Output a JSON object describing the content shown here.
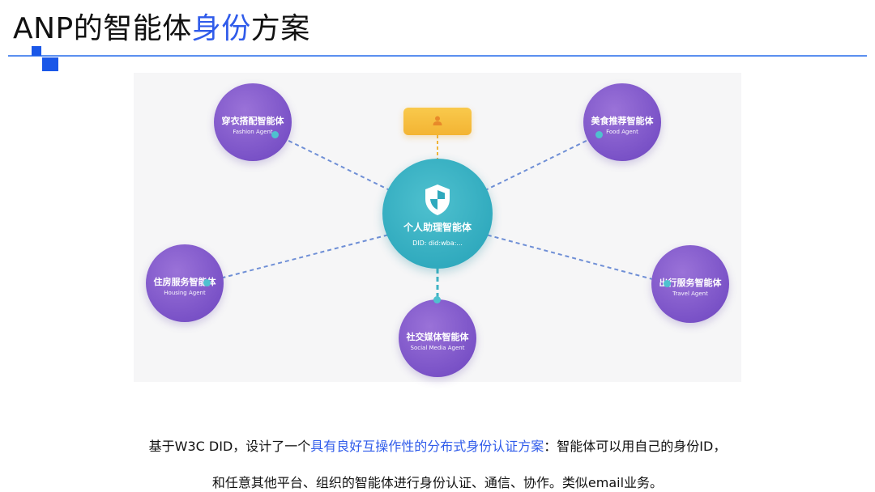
{
  "slide": {
    "title_prefix": "ANP的智能体",
    "title_highlight": "身份",
    "title_suffix": "方案"
  },
  "diagram": {
    "center": {
      "name": "个人助理智能体",
      "did": "DID: did:wba:..."
    },
    "agents": [
      {
        "id": "fashion",
        "name": "穿衣搭配智能体",
        "english": "Fashion Agent"
      },
      {
        "id": "food",
        "name": "美食推荐智能体",
        "english": "Food Agent"
      },
      {
        "id": "housing",
        "name": "住房服务智能体",
        "english": "Housing Agent"
      },
      {
        "id": "travel",
        "name": "出行服务智能体",
        "english": "Travel Agent"
      },
      {
        "id": "social",
        "name": "社交媒体智能体",
        "english": "Social Media Agent"
      }
    ],
    "user_icon": "user-icon",
    "center_icon": "shield-icon",
    "colors": {
      "agent": "#7a52c7",
      "center": "#2fa9bd",
      "user_card": "#f5bb3a",
      "highlight": "#2f5bea"
    }
  },
  "caption": {
    "line1_prefix": "基于W3C DID，设计了一个",
    "line1_highlight": "具有良好互操作性的分布式身份认证方案",
    "line1_suffix": "：智能体可以用自己的身份ID，",
    "line2": "和任意其他平台、组织的智能体进行身份认证、通信、协作。类似email业务。"
  }
}
